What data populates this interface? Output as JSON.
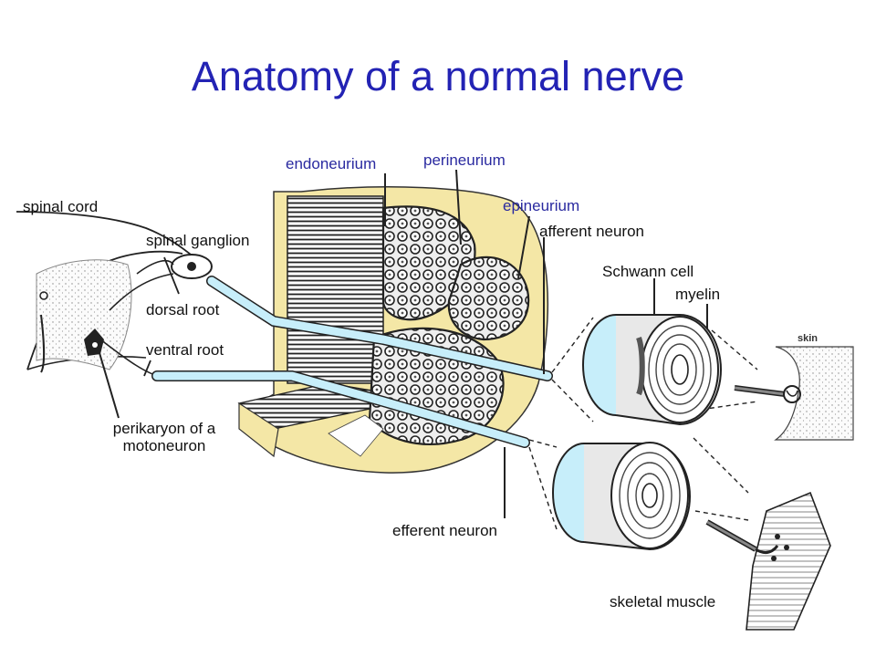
{
  "title": "Anatomy of a normal nerve",
  "labels": {
    "spinal_cord": "spinal cord",
    "spinal_ganglion": "spinal ganglion",
    "dorsal_root": "dorsal root",
    "ventral_root": "ventral root",
    "perikaryon": "perikaryon of a motoneuron",
    "endoneurium": "endoneurium",
    "perineurium": "perineurium",
    "epineurium": "epineurium",
    "afferent_neuron": "afferent neuron",
    "efferent_neuron": "efferent neuron",
    "schwann_cell": "Schwann cell",
    "myelin": "myelin",
    "skin": "skin",
    "skeletal_muscle": "skeletal muscle"
  },
  "colors": {
    "title": "#2323b4",
    "blue_labels": "#2a2aa0",
    "epineurium_fill": "#f4e7a6",
    "axon_fill": "#c7eefa"
  }
}
